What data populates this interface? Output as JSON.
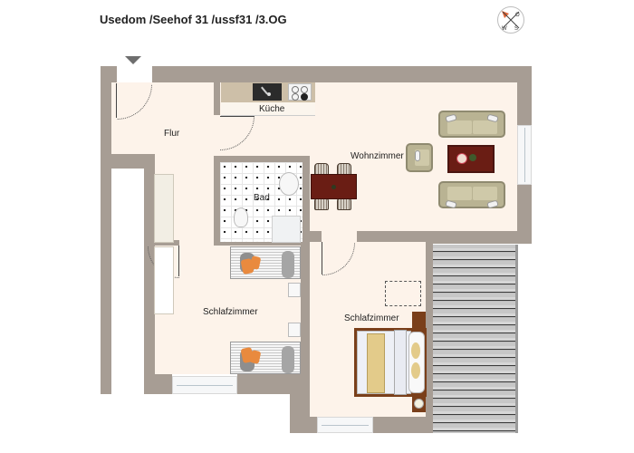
{
  "header": {
    "title": "Usedom /Seehof 31 /ussf31 /3.OG"
  },
  "compass": {
    "icon": "compass-rose-icon",
    "letters": [
      "N",
      "O",
      "S",
      "W"
    ],
    "accent": "#e0673a"
  },
  "entrance": {
    "icon": "entrance-arrow-icon"
  },
  "rooms": {
    "flur": "Flur",
    "kueche": "Küche",
    "bad": "Bad",
    "wohnzimmer": "Wohnzimmer",
    "schlafzimmer1": "Schlafzimmer",
    "schlafzimmer2": "Schlafzimmer"
  },
  "colors": {
    "wall": "#a79d94",
    "floor": "#fdf3ea",
    "balcony": "#c7c7c7",
    "table_wood": "#6a1d14",
    "sofa": "#b9b393"
  }
}
